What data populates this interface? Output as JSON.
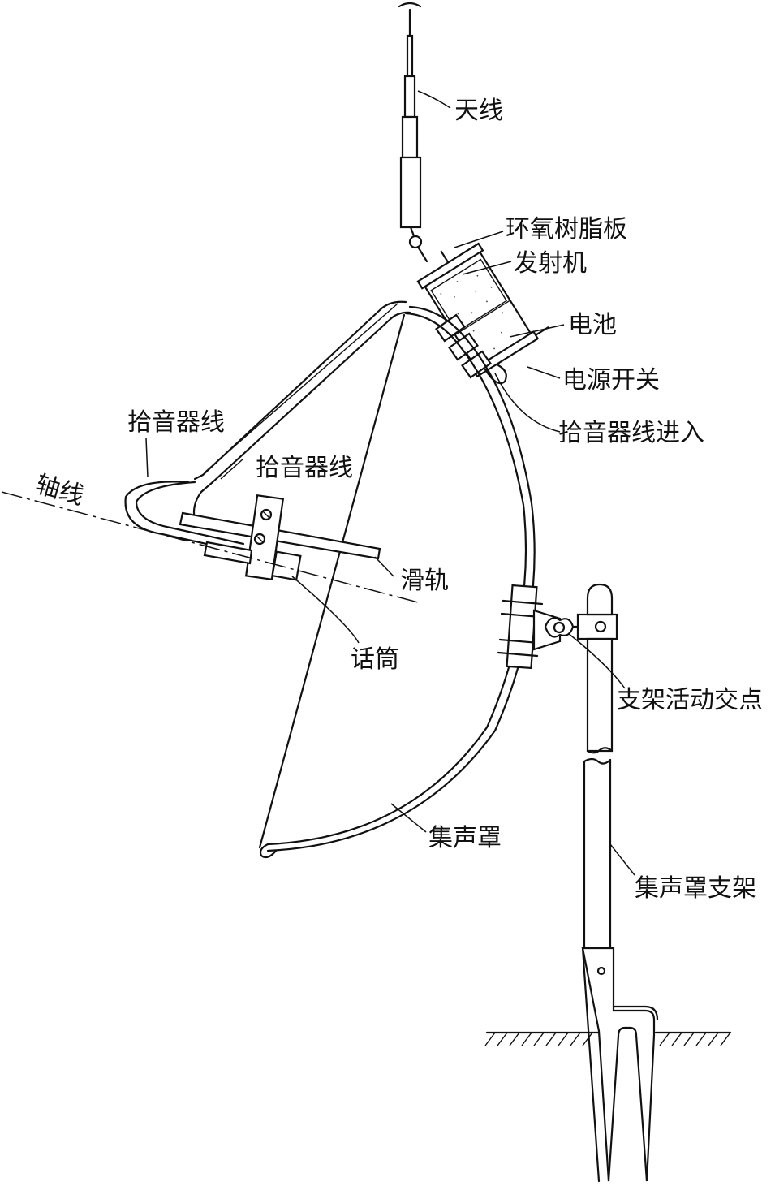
{
  "labels": {
    "antenna": "天线",
    "epoxy_board": "环氧树脂板",
    "transmitter": "发射机",
    "battery": "电池",
    "power_switch": "电源开关",
    "pickup_wire_entry": "拾音器线进入",
    "pickup_wire_left": "拾音器线",
    "pickup_wire_inner": "拾音器线",
    "axis": "轴线",
    "slide_rail": "滑轨",
    "microphone": "话筒",
    "bracket_pivot": "支架活动交点",
    "sound_collector": "集声罩",
    "collector_stand": "集声罩支架"
  }
}
